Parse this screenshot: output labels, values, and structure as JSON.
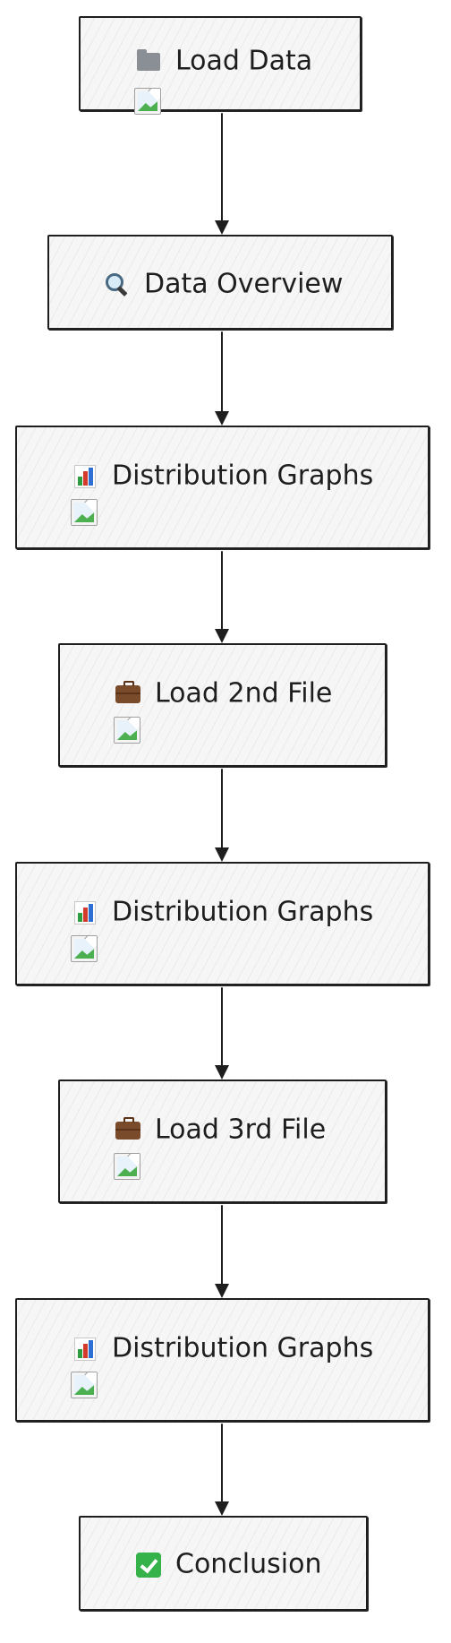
{
  "diagram": {
    "nodes": [
      {
        "id": "load-data",
        "icon": "folder-icon",
        "label": "Load Data",
        "has_image": true
      },
      {
        "id": "data-overview",
        "icon": "magnifier-icon",
        "label": "Data Overview",
        "has_image": false
      },
      {
        "id": "distribution-graphs-1",
        "icon": "bar-chart-icon",
        "label": "Distribution Graphs",
        "has_image": true
      },
      {
        "id": "load-2nd-file",
        "icon": "briefcase-icon",
        "label": "Load 2nd File",
        "has_image": true
      },
      {
        "id": "distribution-graphs-2",
        "icon": "bar-chart-icon",
        "label": "Distribution Graphs",
        "has_image": true
      },
      {
        "id": "load-3rd-file",
        "icon": "briefcase-icon",
        "label": "Load 3rd File",
        "has_image": true
      },
      {
        "id": "distribution-graphs-3",
        "icon": "bar-chart-icon",
        "label": "Distribution Graphs",
        "has_image": true
      },
      {
        "id": "conclusion",
        "icon": "check-mark-icon",
        "label": "Conclusion",
        "has_image": false
      }
    ],
    "edges": [
      {
        "from": "load-data",
        "to": "data-overview"
      },
      {
        "from": "data-overview",
        "to": "distribution-graphs-1"
      },
      {
        "from": "distribution-graphs-1",
        "to": "load-2nd-file"
      },
      {
        "from": "load-2nd-file",
        "to": "distribution-graphs-2"
      },
      {
        "from": "distribution-graphs-2",
        "to": "load-3rd-file"
      },
      {
        "from": "load-3rd-file",
        "to": "distribution-graphs-3"
      },
      {
        "from": "distribution-graphs-3",
        "to": "conclusion"
      }
    ],
    "colors": {
      "stroke": "#1e1e1e",
      "fill": "#f6f6f6"
    }
  }
}
